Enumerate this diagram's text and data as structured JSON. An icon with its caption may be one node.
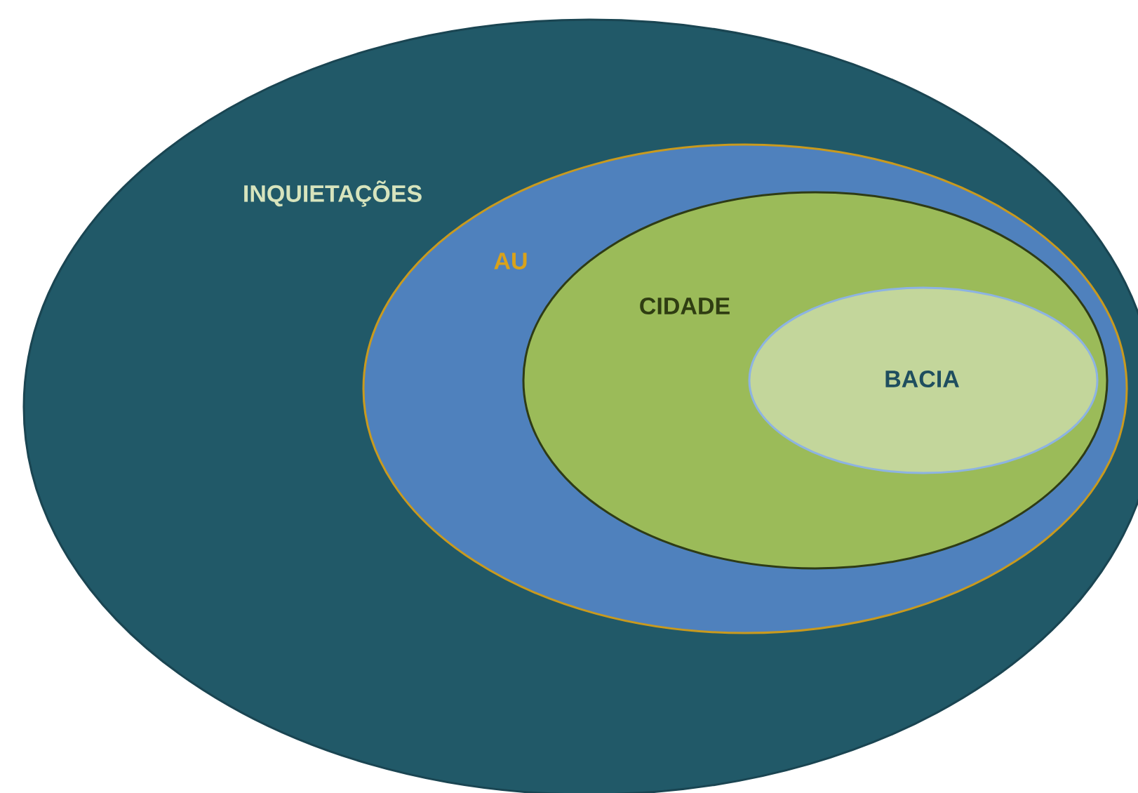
{
  "diagram": {
    "nodes": [
      {
        "text": [
          "INQUIETAÇÕES"
        ]
      },
      {
        "text": [
          "AU"
        ],
        "in": 0
      },
      {
        "text": [
          "CIDADE"
        ],
        "in": 1
      },
      {
        "text": [
          "BACIA"
        ],
        "in": 2
      }
    ]
  }
}
